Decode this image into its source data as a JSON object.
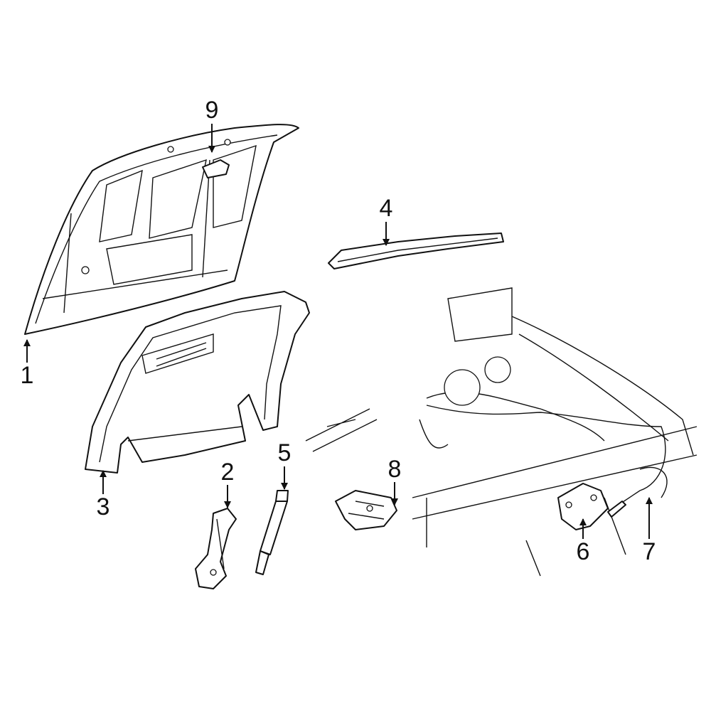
{
  "diagram": {
    "callouts": [
      {
        "id": "1",
        "part": "hood"
      },
      {
        "id": "2",
        "part": "hinge"
      },
      {
        "id": "3",
        "part": "insulator"
      },
      {
        "id": "4",
        "part": "seal"
      },
      {
        "id": "5",
        "part": "support-strut"
      },
      {
        "id": "6",
        "part": "latch"
      },
      {
        "id": "7",
        "part": "release-cable"
      },
      {
        "id": "8",
        "part": "bumper"
      },
      {
        "id": "9",
        "part": "striker"
      }
    ]
  }
}
